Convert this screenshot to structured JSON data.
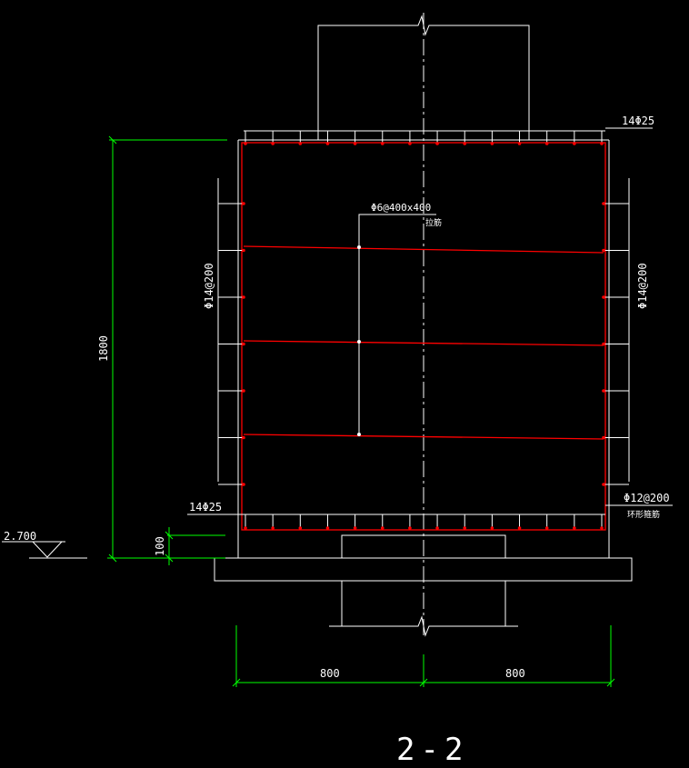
{
  "drawing": {
    "section_title": "2-2",
    "labels": {
      "top_main_bars": "14Φ25",
      "bottom_main_bars": "14Φ25",
      "tie_bars": "Φ6@400x400",
      "tie_bars_note": "拉筋",
      "left_side_bars": "Φ14@200",
      "right_side_bars": "Φ14@200",
      "ring_stirrup": "Φ12@200",
      "ring_stirrup_note": "环形箍筋",
      "height_dim": "1800",
      "cover_dim": "100",
      "left_width_dim": "800",
      "right_width_dim": "800",
      "elevation": "2.700"
    },
    "colors": {
      "line": "#ffffff",
      "rebar": "#ff0000",
      "dimension": "#00ff00"
    }
  }
}
